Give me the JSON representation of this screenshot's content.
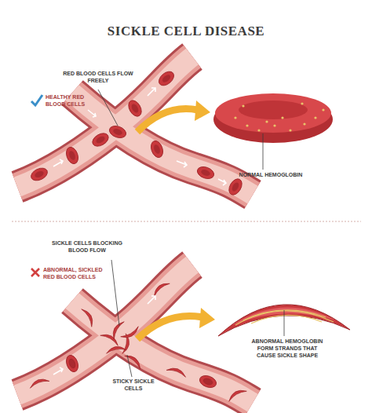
{
  "diagram": {
    "title": "SICKLE CELL DISEASE",
    "labels": [
      "RED BLOOD CELLS FLOW FREELY",
      "HEALTHY RED BLOOD CELLS",
      "NORMAL HEMOGLOBIN",
      "SICKLE CELLS BLOCKING BLOOD FLOW",
      "ABNORMAL, SICKLED RED BLOOD CELLS",
      "ABNORMAL HEMOGLOBIN FORM STRANDS THAT CAUSE SICKLE SHAPE",
      "STICKY SICKLE CELLS"
    ]
  }
}
